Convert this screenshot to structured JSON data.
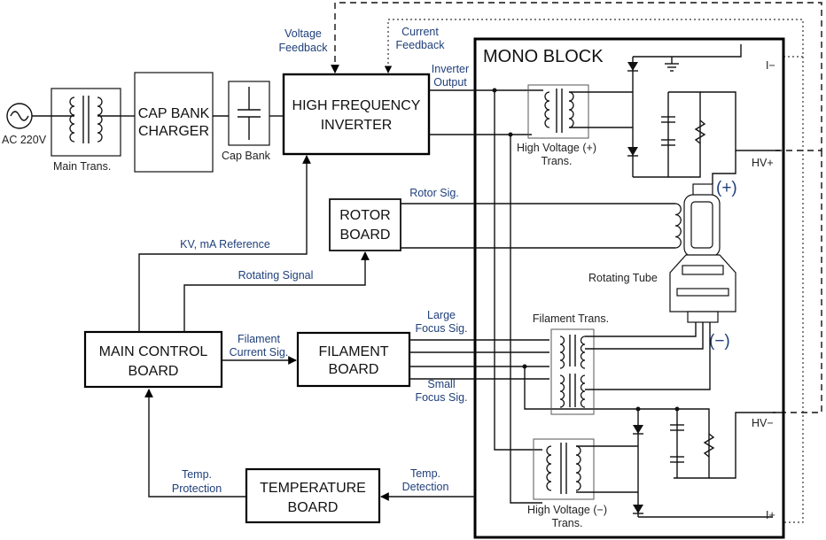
{
  "blocks": {
    "cap_bank_charger": [
      "CAP BANK",
      "CHARGER"
    ],
    "hf_inverter": [
      "HIGH FREQUENCY",
      "INVERTER"
    ],
    "mono_block": "MONO BLOCK",
    "rotor_board": [
      "ROTOR",
      "BOARD"
    ],
    "main_control": [
      "MAIN CONTROL",
      "BOARD"
    ],
    "filament_board": [
      "FILAMENT",
      "BOARD"
    ],
    "temperature_board": [
      "TEMPERATURE",
      "BOARD"
    ]
  },
  "labels": {
    "ac": "AC 220V",
    "main_trans": "Main Trans.",
    "cap_bank": "Cap Bank",
    "voltage_feedback": [
      "Voltage",
      "Feedback"
    ],
    "current_feedback": [
      "Current",
      "Feedback"
    ],
    "inverter_output": [
      "Inverter",
      "Output"
    ],
    "hv_pos_trans": [
      "High Voltage (+)",
      "Trans."
    ],
    "hv_neg_trans": [
      "High Voltage (−)",
      "Trans."
    ],
    "rotor_sig": "Rotor Sig.",
    "kv_ma_ref": "KV, mA Reference",
    "rotating_signal": "Rotating Signal",
    "rotating_tube": "Rotating Tube",
    "filament_trans": "Filament Trans.",
    "large_focus": [
      "Large",
      "Focus Sig."
    ],
    "small_focus": [
      "Small",
      "Focus Sig."
    ],
    "filament_current": [
      "Filament",
      "Current Sig."
    ],
    "temp_protection": [
      "Temp.",
      "Protection"
    ],
    "temp_detection": [
      "Temp.",
      "Detection"
    ],
    "i_minus": "I−",
    "i_plus": "I+",
    "hv_plus": "HV+",
    "hv_minus": "HV−",
    "anode_sign": "(+)",
    "cathode_sign": "(−)"
  }
}
